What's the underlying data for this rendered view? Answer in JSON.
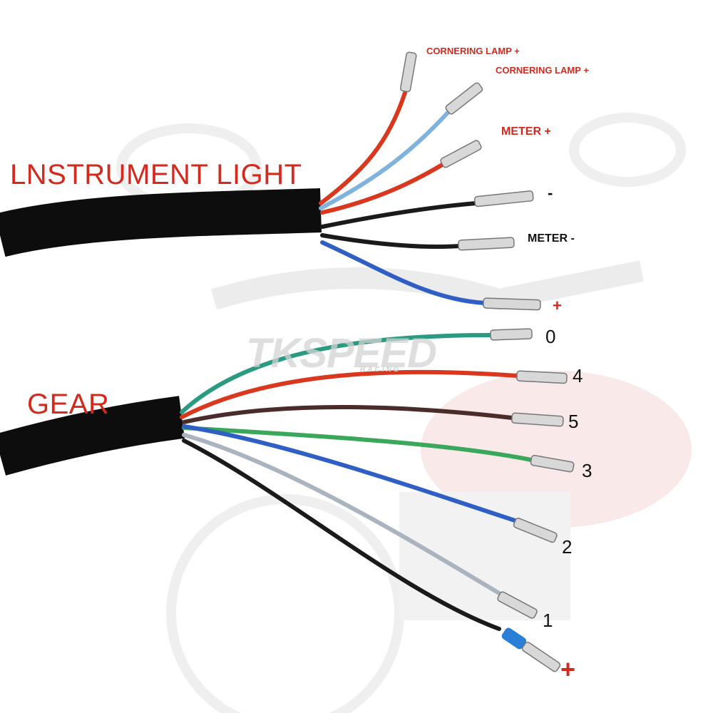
{
  "colors": {
    "red_label": "#d42a1e",
    "black_label": "#111111",
    "sheath": "#0d0d0d",
    "wire_red": "#d9381e",
    "wire_lightblue": "#7fb2dc",
    "wire_black": "#1a1a1a",
    "wire_blue": "#2f5fc4",
    "wire_teal": "#2a9a80",
    "wire_brown": "#4a2c2a",
    "wire_green": "#3aa85a",
    "wire_gray": "#a9b4bf",
    "terminal": "#d8d8d8",
    "sleeve_blue": "#2a7fd6"
  },
  "watermark": {
    "brand": "TKSPEED",
    "sub": "RACING"
  },
  "instrument": {
    "title": "LNSTRUMENT LIGHT",
    "labels": {
      "cornering_1": "CORNERING LAMP +",
      "cornering_2": "CORNERING LAMP +",
      "meter_plus": "METER +",
      "minus": "-",
      "meter_minus": "METER -",
      "plus": "+"
    }
  },
  "gear": {
    "title": "GEAR",
    "labels": {
      "g0": "0",
      "g4": "4",
      "g5": "5",
      "g3": "3",
      "g2": "2",
      "g1": "1",
      "plus": "+"
    }
  }
}
